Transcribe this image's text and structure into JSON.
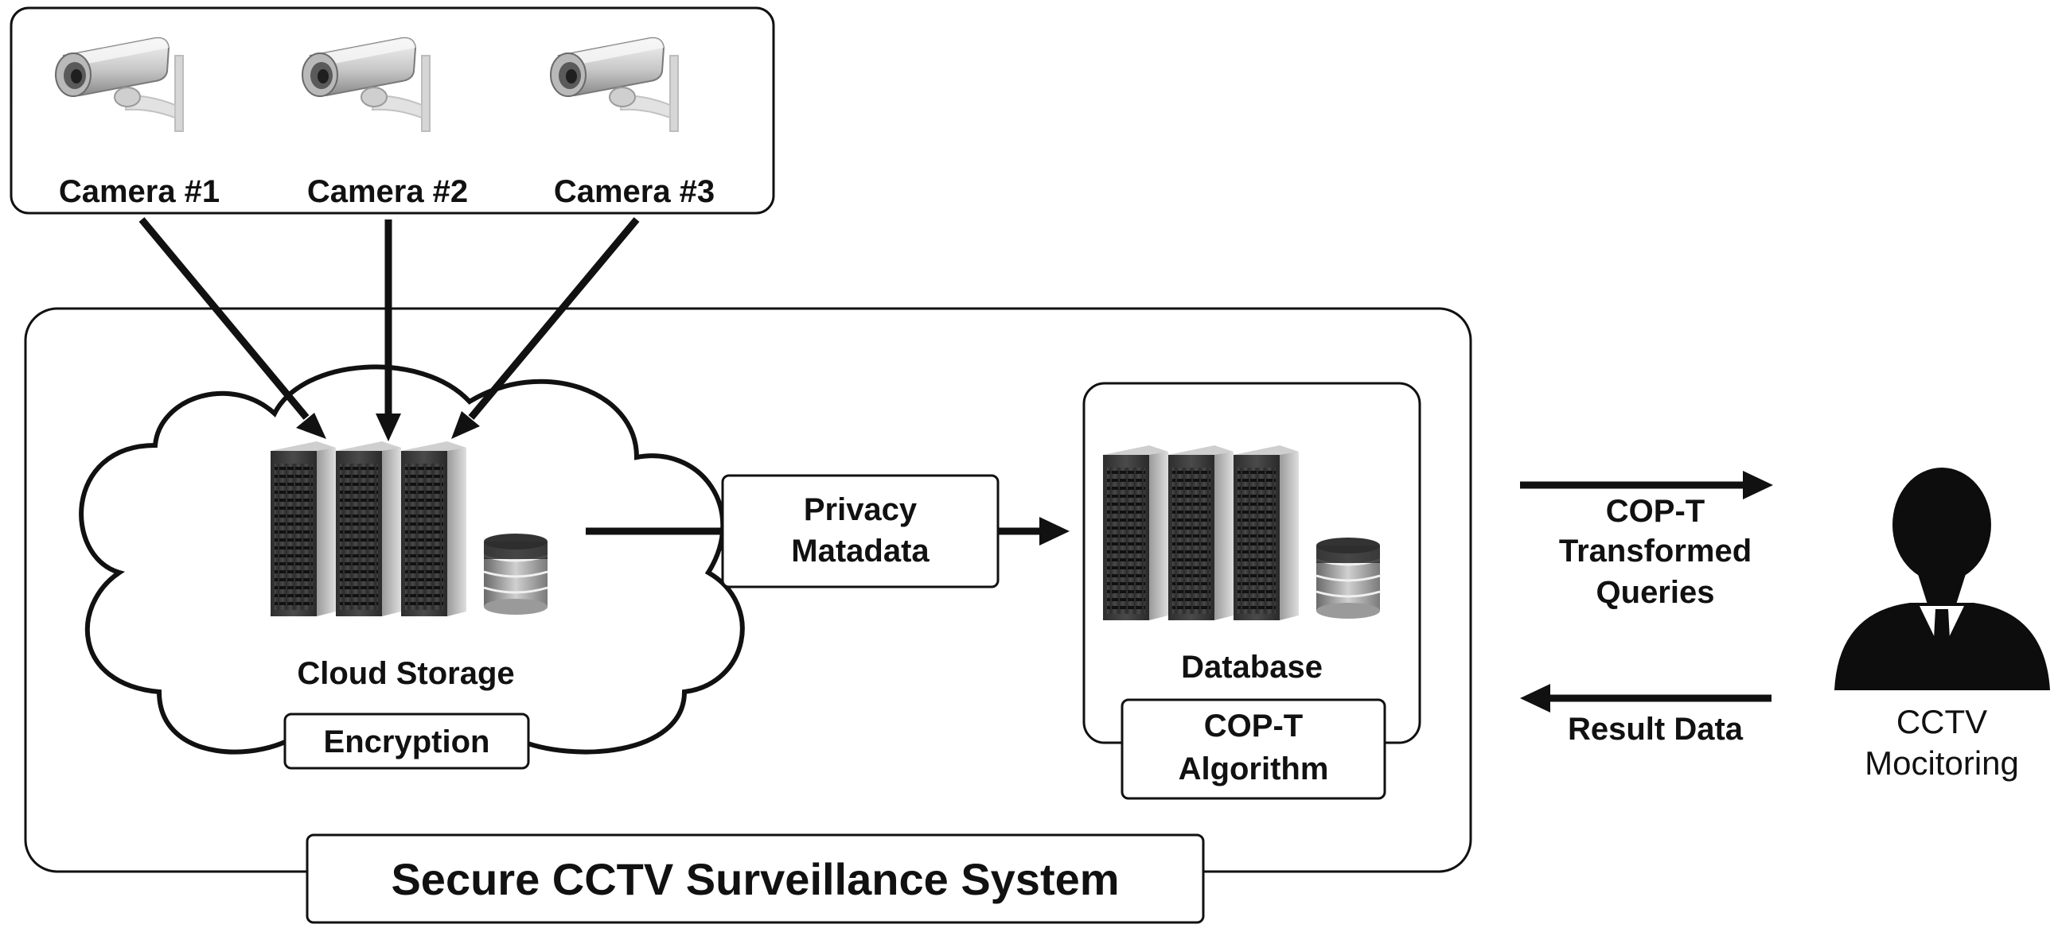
{
  "cameras": [
    {
      "label": "Camera #1"
    },
    {
      "label": "Camera #2"
    },
    {
      "label": "Camera #3"
    }
  ],
  "cloud": {
    "label": "Cloud Storage",
    "encryption_label": "Encryption"
  },
  "privacy_box": {
    "line1": "Privacy",
    "line2": "Matadata"
  },
  "database": {
    "label": "Database",
    "algo_line1": "COP-T",
    "algo_line2": "Algorithm"
  },
  "queries": {
    "line1": "COP-T",
    "line2": "Transformed",
    "line3": "Queries"
  },
  "result_label": "Result Data",
  "monitor": {
    "line1": "CCTV",
    "line2": "Mocitoring"
  },
  "system_title": "Secure CCTV Surveillance System",
  "icons": [
    "security-camera-icon",
    "server-rack-icon",
    "database-cylinder-icon",
    "person-icon"
  ]
}
